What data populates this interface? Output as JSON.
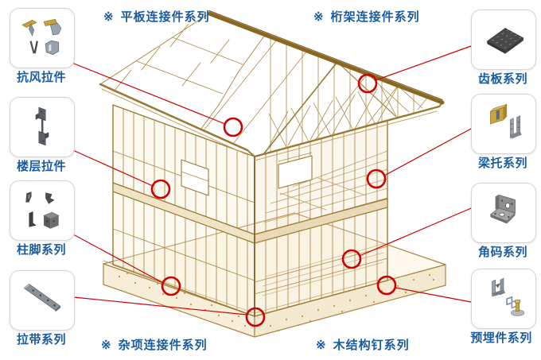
{
  "series": {
    "top": [
      {
        "marker": "※",
        "text": "平板连接件系列"
      },
      {
        "marker": "※",
        "text": "桁架连接件系列"
      }
    ],
    "bottom": [
      {
        "marker": "※",
        "text": "杂项连接件系列"
      },
      {
        "marker": "※",
        "text": "木结构钉系列"
      }
    ]
  },
  "callouts": {
    "left": [
      {
        "label": "抗风拉件",
        "icon": "hurricane-tie-icon"
      },
      {
        "label": "楼层拉件",
        "icon": "floor-tie-icon"
      },
      {
        "label": "柱脚系列",
        "icon": "post-base-icon"
      },
      {
        "label": "拉带系列",
        "icon": "strap-icon"
      }
    ],
    "right": [
      {
        "label": "齿板系列",
        "icon": "nail-plate-icon"
      },
      {
        "label": "梁托系列",
        "icon": "joist-hanger-icon"
      },
      {
        "label": "角码系列",
        "icon": "angle-bracket-icon"
      },
      {
        "label": "预埋件系列",
        "icon": "embed-anchor-icon"
      }
    ]
  },
  "colors": {
    "label_blue": "#1a5c9e",
    "callout_red": "#cc0000",
    "wood_line": "#ab8440",
    "wood_dark": "#8a671f",
    "box_border": "#d4d4d4"
  }
}
